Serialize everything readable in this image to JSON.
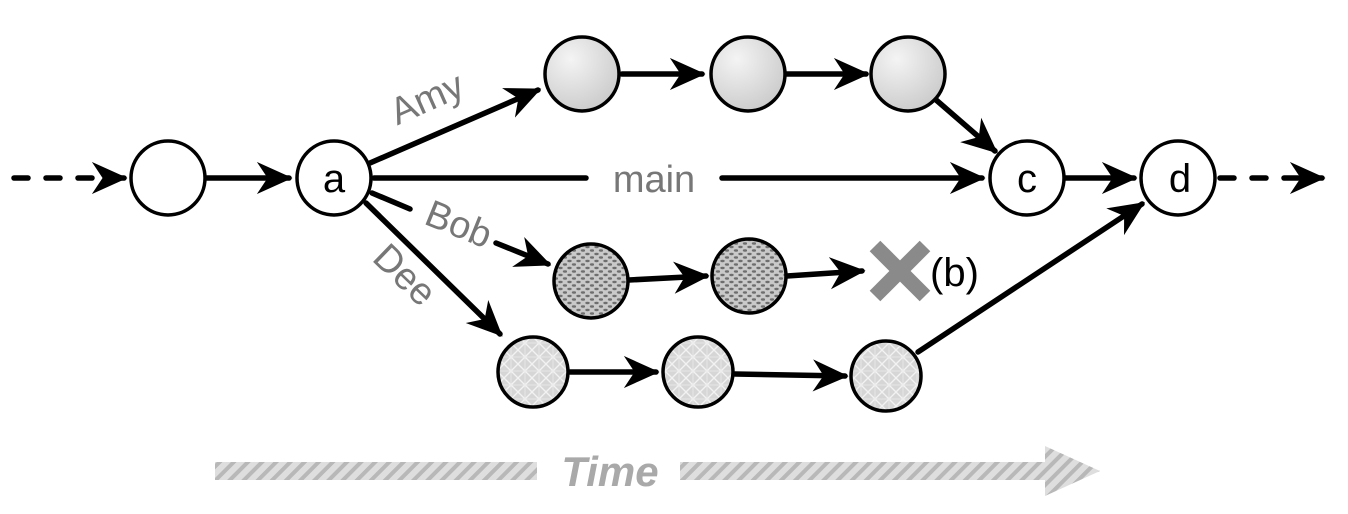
{
  "diagram": {
    "nodes": {
      "a": "a",
      "c": "c",
      "d": "d"
    },
    "branches": {
      "amy": "Amy",
      "main": "main",
      "bob": "Bob",
      "dee": "Dee"
    },
    "discard_label": "(b)",
    "time_label": "Time"
  },
  "colors": {
    "stroke": "#000000",
    "branch_label": "#777777",
    "amy_fill": "#d8d8d8",
    "bob_fill": "#a8a8a8",
    "dee_fill": "#d4d4d4",
    "discard_mark": "#8a8a8a",
    "time_arrow": "#c2c2c2"
  },
  "icons": {
    "discard": "x-mark-icon",
    "time": "time-arrow-icon"
  }
}
